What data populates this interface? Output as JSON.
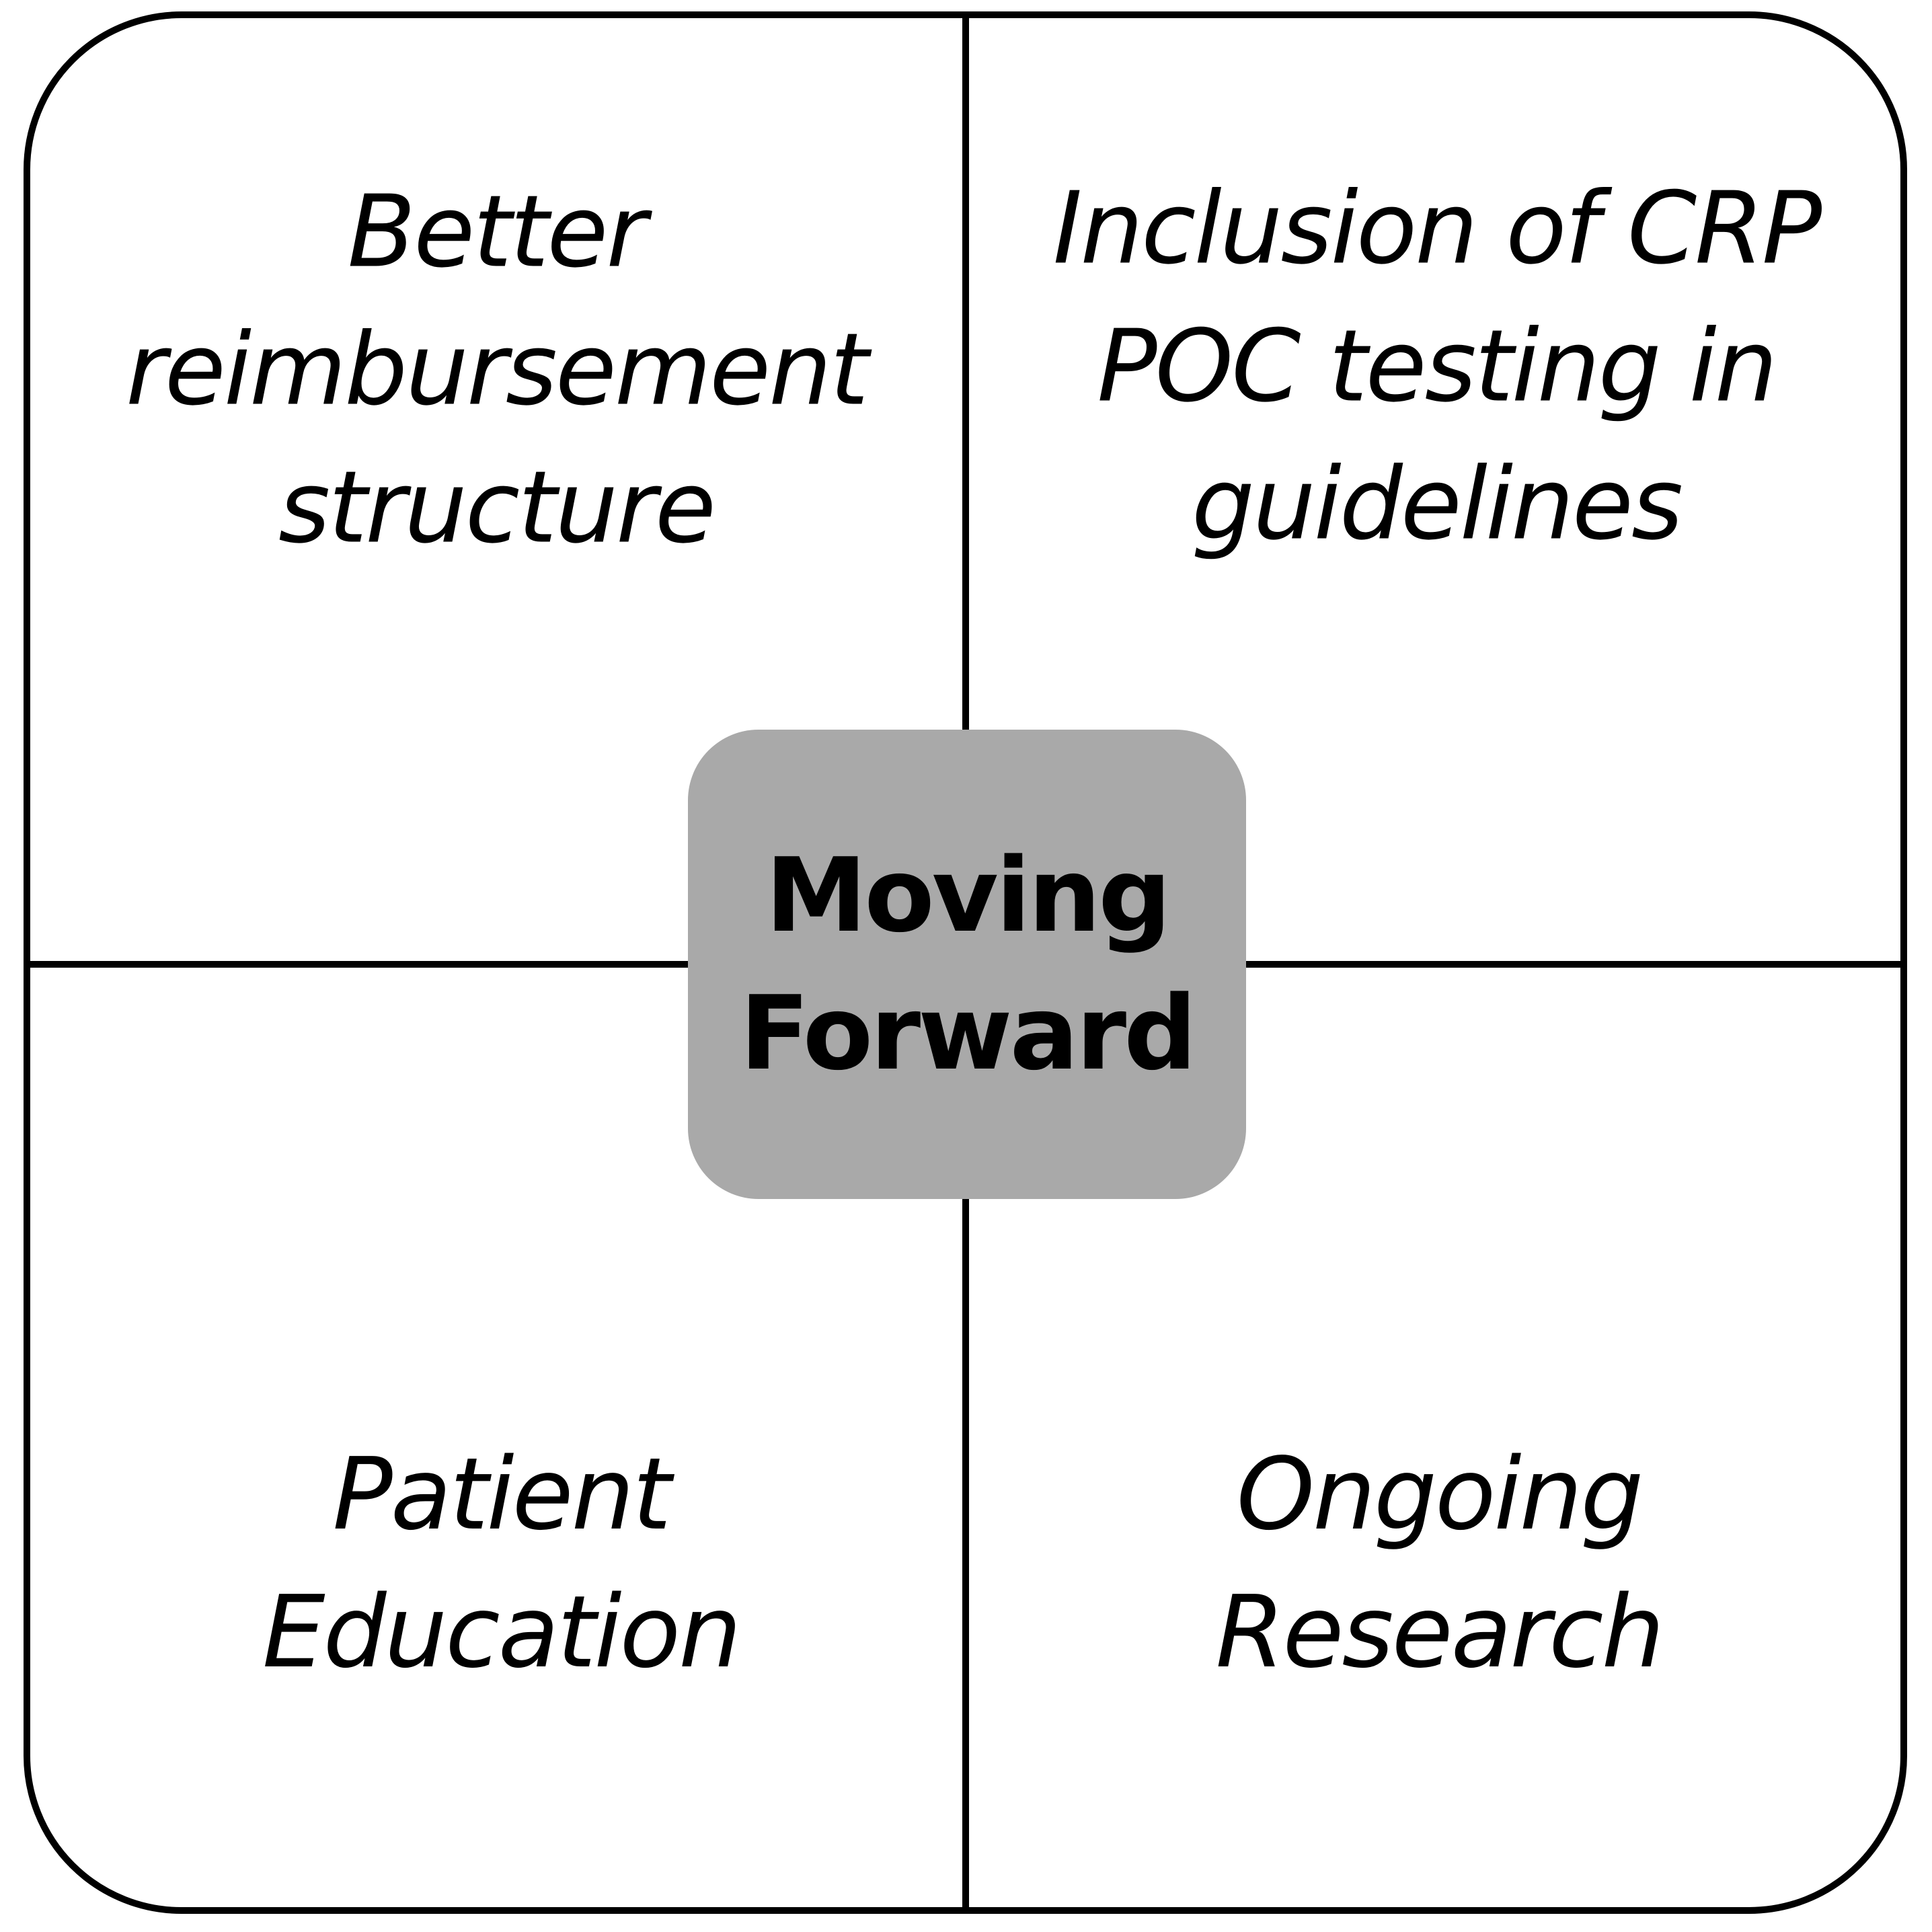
{
  "diagram": {
    "background": "#FFFFFF",
    "border_color": "#000000",
    "text_color": "#000000",
    "center_box": {
      "fill": "#A9A9A9",
      "line1": "Moving",
      "line2": "Forward"
    },
    "quadrants": {
      "top_left": {
        "line1": "Better",
        "line2": "reimbursement",
        "line3": "structure"
      },
      "top_right": {
        "line1": "Inclusion of CRP",
        "line2": "POC testing in",
        "line3": "guidelines"
      },
      "bottom_left": {
        "line1": "Patient",
        "line2": "Education"
      },
      "bottom_right": {
        "line1": "Ongoing",
        "line2": "Research"
      }
    }
  }
}
